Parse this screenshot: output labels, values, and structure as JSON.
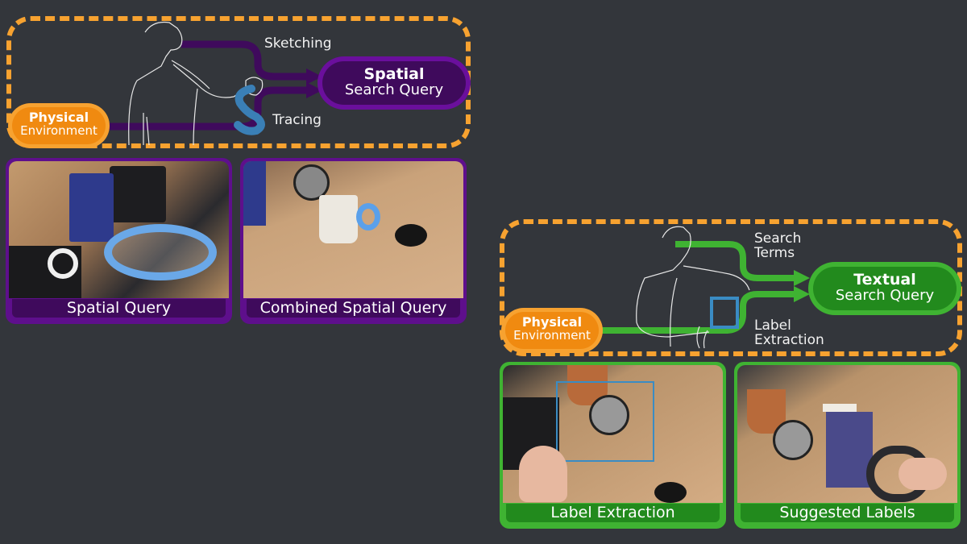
{
  "colors": {
    "background": "#33363b",
    "dash_outline": "#f7a230",
    "physical_fill": "#f59a1c",
    "spatial_outer": "#6a0f9c",
    "spatial_inner": "#3f0a5c",
    "textual_outer": "#3fb332",
    "textual_inner": "#228a1d",
    "tracing_stroke": "#3a7fb6"
  },
  "spatial_diagram": {
    "source": {
      "bold": "Physical",
      "normal": "Environment"
    },
    "target": {
      "bold": "Spatial",
      "normal": "Search Query"
    },
    "flows": [
      {
        "label": "Sketching"
      },
      {
        "label": "Tracing"
      }
    ],
    "panels": [
      {
        "caption": "Spatial Query"
      },
      {
        "caption": "Combined Spatial Query"
      }
    ]
  },
  "textual_diagram": {
    "source": {
      "bold": "Physical",
      "normal": "Environment"
    },
    "target": {
      "bold": "Textual",
      "normal": "Search Query"
    },
    "flows": [
      {
        "label_line1": "Search",
        "label_line2": "Terms"
      },
      {
        "label_line1": "Label",
        "label_line2": "Extraction"
      }
    ],
    "panels": [
      {
        "caption": "Label Extraction"
      },
      {
        "caption": "Suggested Labels"
      }
    ]
  }
}
